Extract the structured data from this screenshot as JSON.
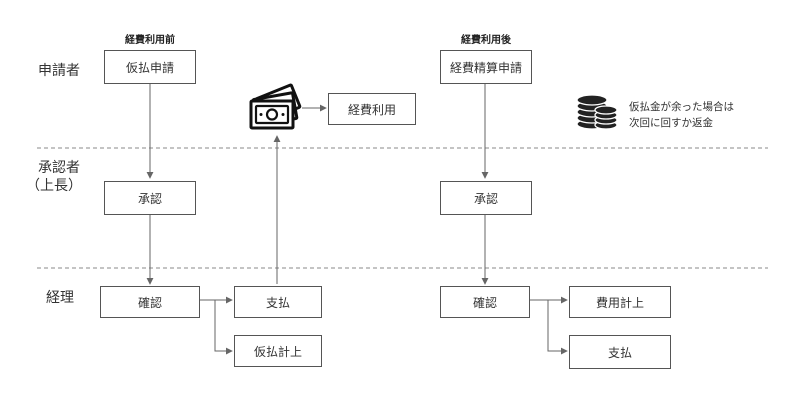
{
  "lanes": {
    "applicant": "申請者",
    "approver_line1": "承認者",
    "approver_line2": "（上長）",
    "accounting": "経理"
  },
  "before": {
    "title": "経費利用前",
    "apply": "仮払申請",
    "approve": "承認",
    "confirm": "確認",
    "payment": "支払",
    "record": "仮払計上",
    "use": "経費利用"
  },
  "after": {
    "title": "経費利用後",
    "apply": "経費精算申請",
    "approve": "承認",
    "confirm": "確認",
    "record": "費用計上",
    "payment": "支払"
  },
  "note": {
    "line1": "仮払金が余った場合は",
    "line2": "次回に回すか返金"
  },
  "icons": {
    "money": "banknotes-icon",
    "coins": "coin-stack-icon"
  },
  "colors": {
    "line": "#666666",
    "border": "#555555",
    "divider": "#888888"
  }
}
